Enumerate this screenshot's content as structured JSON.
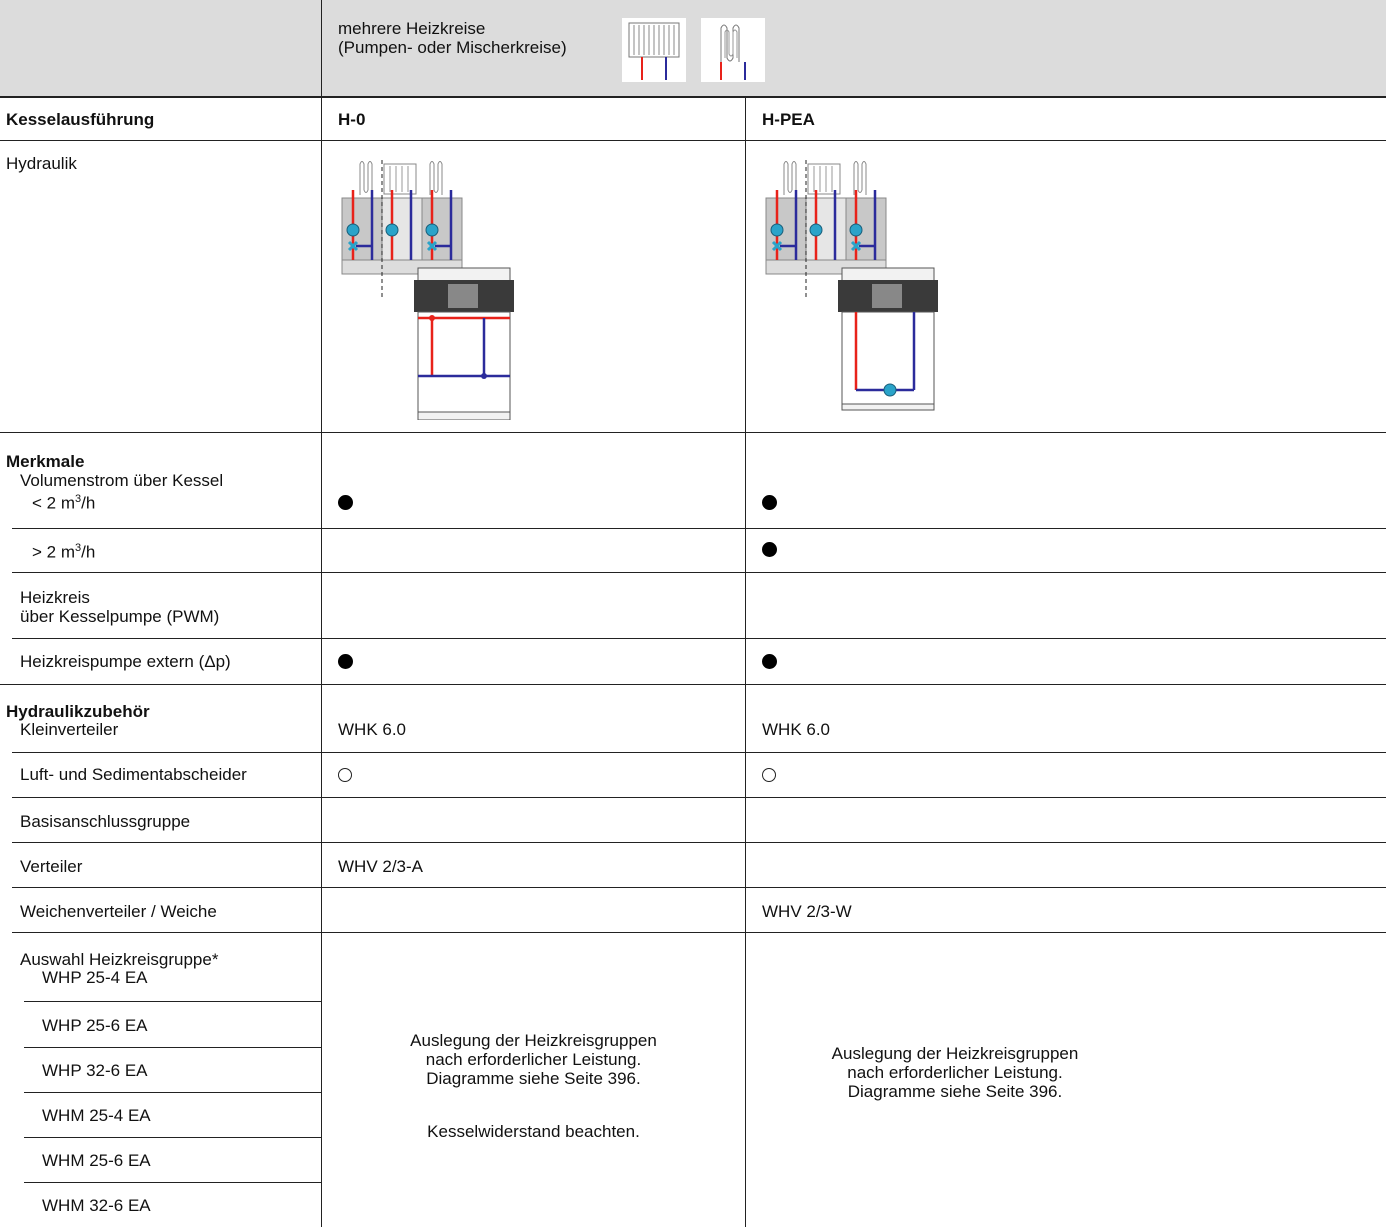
{
  "header": {
    "title_line1": "mehrere Heizkreise",
    "title_line2": "(Pumpen- oder Mischerkreise)"
  },
  "columns": {
    "label": "Kesselausführung",
    "col1": "H-0",
    "col2": "H-PEA"
  },
  "rows": {
    "hydraulik": "Hydraulik",
    "merkmale": "Merkmale",
    "volumenstrom": "Volumenstrom über Kessel",
    "lt2": "< 2 m",
    "gt2": "> 2 m",
    "sup3": "3",
    "per_h": "/h",
    "heizkreis_line1": "Heizkreis",
    "heizkreis_line2": "über Kesselpumpe (PWM)",
    "heizkreispumpe": "Heizkreispumpe extern (Δp)",
    "hydraulikzubehoer": "Hydraulikzubehör",
    "kleinverteiler": "Kleinverteiler",
    "luft": "Luft- und Sedimentabscheider",
    "basis": "Basisanschlussgruppe",
    "verteiler": "Verteiler",
    "weichen": "Weichenverteiler / Weiche",
    "auswahl": "Auswahl Heizkreisgruppe*",
    "groups": [
      "WHP 25-4 EA",
      "WHP 25-6 EA",
      "WHP 32-6 EA",
      "WHM 25-4 EA",
      "WHM 25-6 EA",
      "WHM 32-6 EA"
    ]
  },
  "values": {
    "kleinverteiler_col1": "WHK 6.0",
    "kleinverteiler_col2": "WHK 6.0",
    "verteiler_col1": "WHV 2/3-A",
    "weichen_col2": "WHV 2/3-W",
    "note_col1": [
      "Auslegung der Heizkreisgruppen",
      "nach erforderlicher Leistung.",
      "Diagramme siehe Seite 396.",
      "",
      "Kesselwiderstand beachten."
    ],
    "note_col2": [
      "Auslegung der Heizkreisgruppen",
      "nach erforderlicher Leistung.",
      "Diagramme siehe Seite 396."
    ]
  },
  "colors": {
    "header_bg": "#dcdcdc",
    "supply": "#e8221a",
    "return": "#2b2b9b",
    "pump": "#2aa3c9"
  },
  "icons": [
    "radiator-icon",
    "floor-heating-icon",
    "boiler-h0-diagram",
    "boiler-hpea-diagram"
  ]
}
